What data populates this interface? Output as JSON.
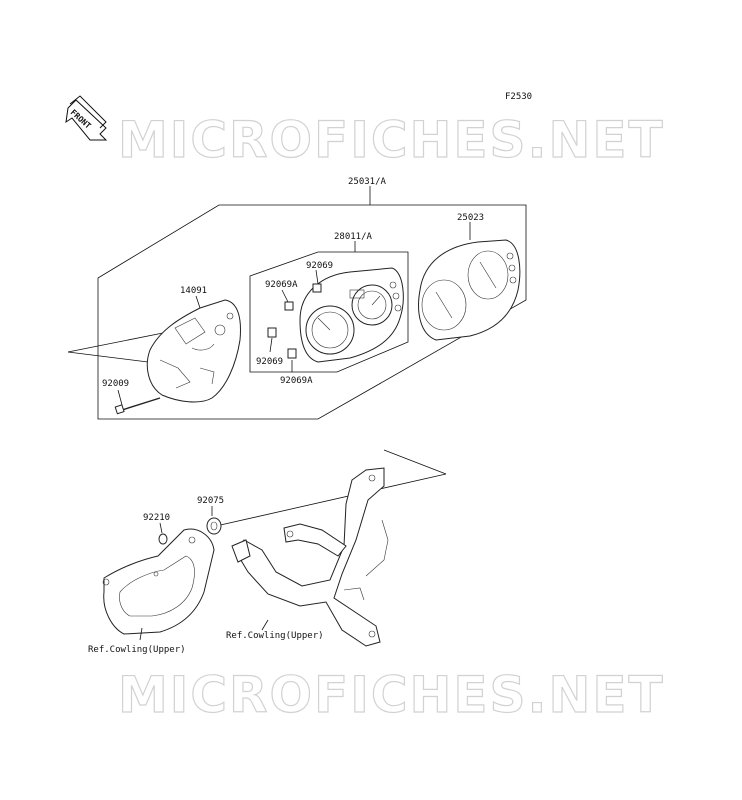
{
  "figure_code": "F2530",
  "front_badge": "FRONT",
  "watermark": "MICROFICHES.NET",
  "labels": {
    "assembly": "25031/A",
    "meter_unit": "28011/A",
    "case_cover": "25023",
    "case_lower": "14091",
    "screw_a": "92069",
    "screw_b": "92069A",
    "screw_c": "92069",
    "screw_d": "92069A",
    "bolt": "92009",
    "collar": "92075",
    "bushing": "92210",
    "ref_left": "Ref.Cowling(Upper)",
    "ref_right": "Ref.Cowling(Upper)"
  }
}
